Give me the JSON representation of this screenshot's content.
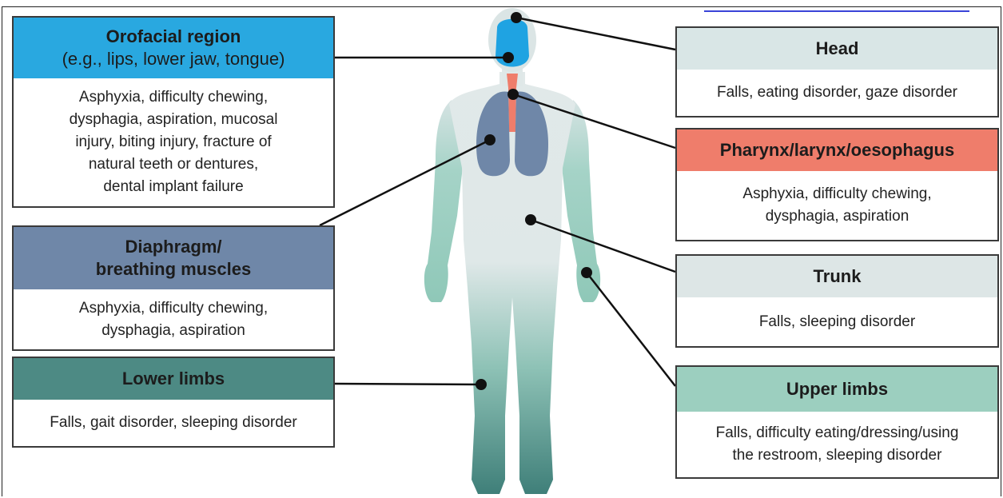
{
  "boxes": {
    "orofacial": {
      "title": "Orofacial region",
      "subtitle": "(e.g., lips, lower jaw, tongue)",
      "lines": [
        "Asphyxia, difficulty chewing,",
        "dysphagia, aspiration, mucosal",
        "injury, biting injury, fracture of",
        "natural teeth or dentures,",
        "dental implant failure"
      ]
    },
    "diaphragm": {
      "title_lines": [
        "Diaphragm/",
        "breathing muscles"
      ],
      "lines": [
        "Asphyxia, difficulty chewing,",
        "dysphagia, aspiration"
      ]
    },
    "lower_limbs": {
      "title": "Lower limbs",
      "lines": [
        "Falls, gait disorder, sleeping disorder"
      ]
    },
    "head": {
      "title": "Head",
      "lines": [
        "Falls, eating disorder, gaze disorder"
      ]
    },
    "pharynx": {
      "title": "Pharynx/larynx/oesophagus",
      "lines": [
        "Asphyxia, difficulty chewing,",
        "dysphagia, aspiration"
      ]
    },
    "trunk": {
      "title": "Trunk",
      "lines": [
        "Falls, sleeping disorder"
      ]
    },
    "upper_limbs": {
      "title": "Upper limbs",
      "lines": [
        "Falls, difficulty eating/dressing/using",
        "the restroom, sleeping disorder"
      ]
    }
  },
  "colors": {
    "orofacial": "#29a8e0",
    "diaphragm": "#6f87a8",
    "lower_limbs": "#4d8a84",
    "head": "#d9e6e6",
    "pharynx": "#ef7d6b",
    "trunk": "#dde6e6",
    "upper_limbs": "#9ccfbf"
  }
}
